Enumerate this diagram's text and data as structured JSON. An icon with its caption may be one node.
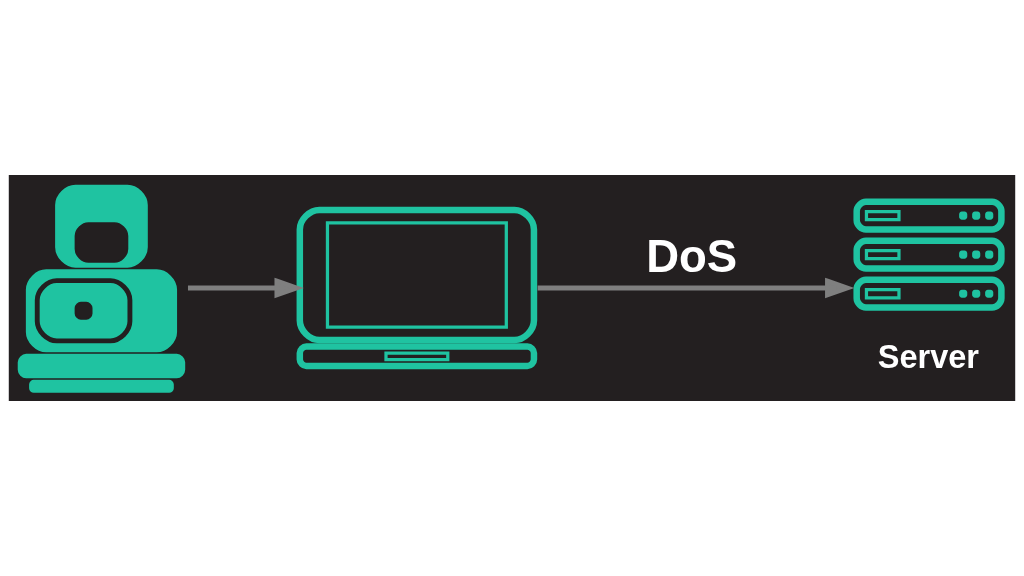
{
  "diagram": {
    "nodes": [
      {
        "text": [],
        "shape": "person"
      },
      {
        "text": [],
        "shape": "picture"
      },
      {
        "text": [
          "Server"
        ]
      }
    ],
    "edges": [
      {
        "from": 0,
        "to": 1,
        "arrow": "to"
      },
      {
        "from": 1,
        "to": 2,
        "arrow": "to",
        "label": "DoS"
      }
    ]
  }
}
